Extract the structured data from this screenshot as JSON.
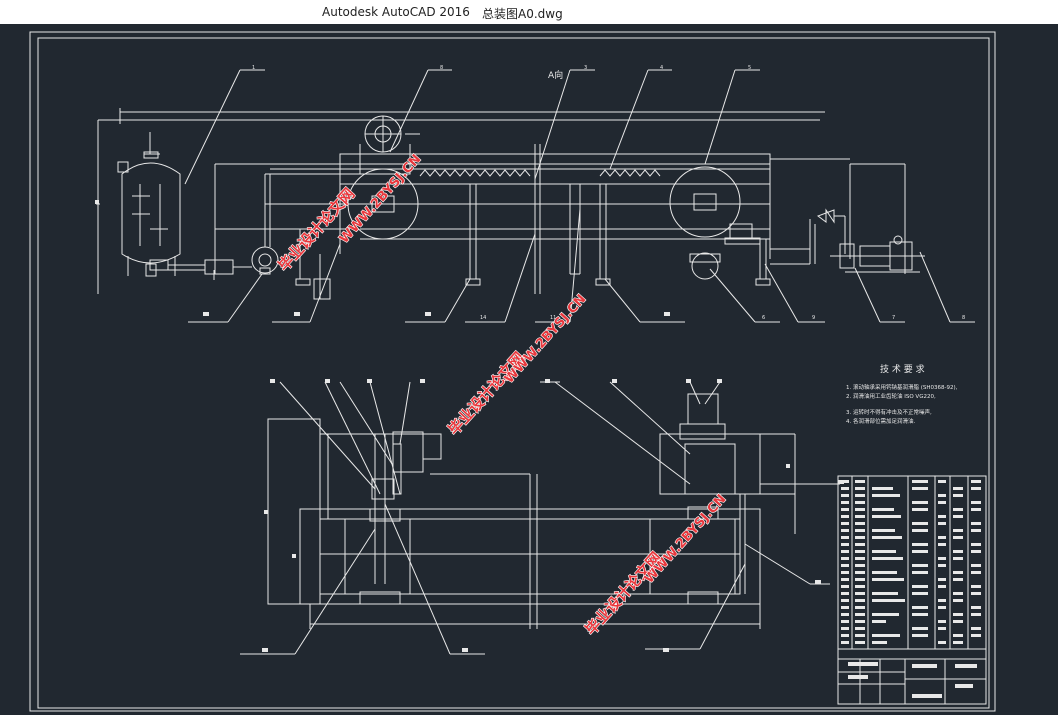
{
  "window": {
    "app_name": "Autodesk AutoCAD 2016",
    "file_name": "总装图A0.dwg"
  },
  "drawing": {
    "view_label": "A向",
    "callouts_top": [
      "1",
      "8",
      "3",
      "4",
      "5"
    ],
    "callouts_bottom": [
      "14",
      "11",
      "6",
      "9",
      "7",
      "8"
    ],
    "tech_requirements": {
      "title": "技 术 要 求",
      "items": [
        "1.   滚动轴承采用钙钠基润滑脂 (SH0368-92),",
        "2.   润滑油用工业齿轮油 ISO VG220,",
        "3.   运转时不得有冲击及不正常噪声,",
        "4.   各润滑部位需加足润滑油."
      ]
    },
    "watermarks": {
      "cn_text": "毕业设计论文网",
      "url_text": "WWW.2BYSJ.CN"
    }
  },
  "colors": {
    "background": "#212830",
    "line": "#e8e8e8",
    "watermark": "#e8383d"
  }
}
